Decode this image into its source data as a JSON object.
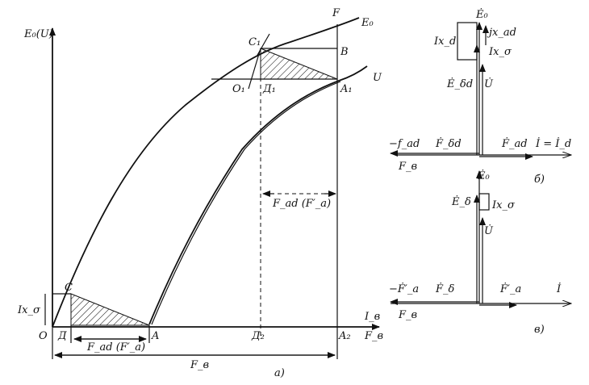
{
  "diagram": {
    "axis_y_label": "E₀(U)",
    "axis_x_label_top": "I_в",
    "axis_x_label_bottom": "F_в",
    "curve_e0_label": "E₀",
    "curve_u_label": "U",
    "points": {
      "O": "O",
      "D": "Д",
      "A": "A",
      "D2": "Д₂",
      "A2": "A₂",
      "C": "C",
      "C1": "C₁",
      "B": "B",
      "F": "F",
      "O1": "O₁",
      "D1": "Д₁",
      "A1": "A₁"
    },
    "dims": {
      "ixs": "Ix_σ",
      "fad_lower": "F_ad (F′_a)",
      "fad_right": "F_ad (F′_a)",
      "fv": "F_в"
    },
    "caption_a": "a)"
  },
  "phasor_b": {
    "e0": "Ė₀",
    "ixd": "Ix_d",
    "jxad": "jx_ad",
    "ixs": "Ix_σ",
    "esd": "Ė_δd",
    "u": "U̇",
    "neg_fad": "−f_ad",
    "fsd": "Ḟ_δd",
    "fad": "Ḟ_ad",
    "i_eq": "İ = İ_d",
    "fv": "F_в",
    "caption": "б)"
  },
  "phasor_c": {
    "e0": "Ė₀",
    "es": "Ė_δ",
    "ixs": "Ix_σ",
    "u": "U̇",
    "neg_fa": "−Ḟ′_a",
    "fs": "Ḟ_δ",
    "fa": "Ḟ′_a",
    "i": "İ",
    "fv": "F_в",
    "caption": "в)"
  }
}
